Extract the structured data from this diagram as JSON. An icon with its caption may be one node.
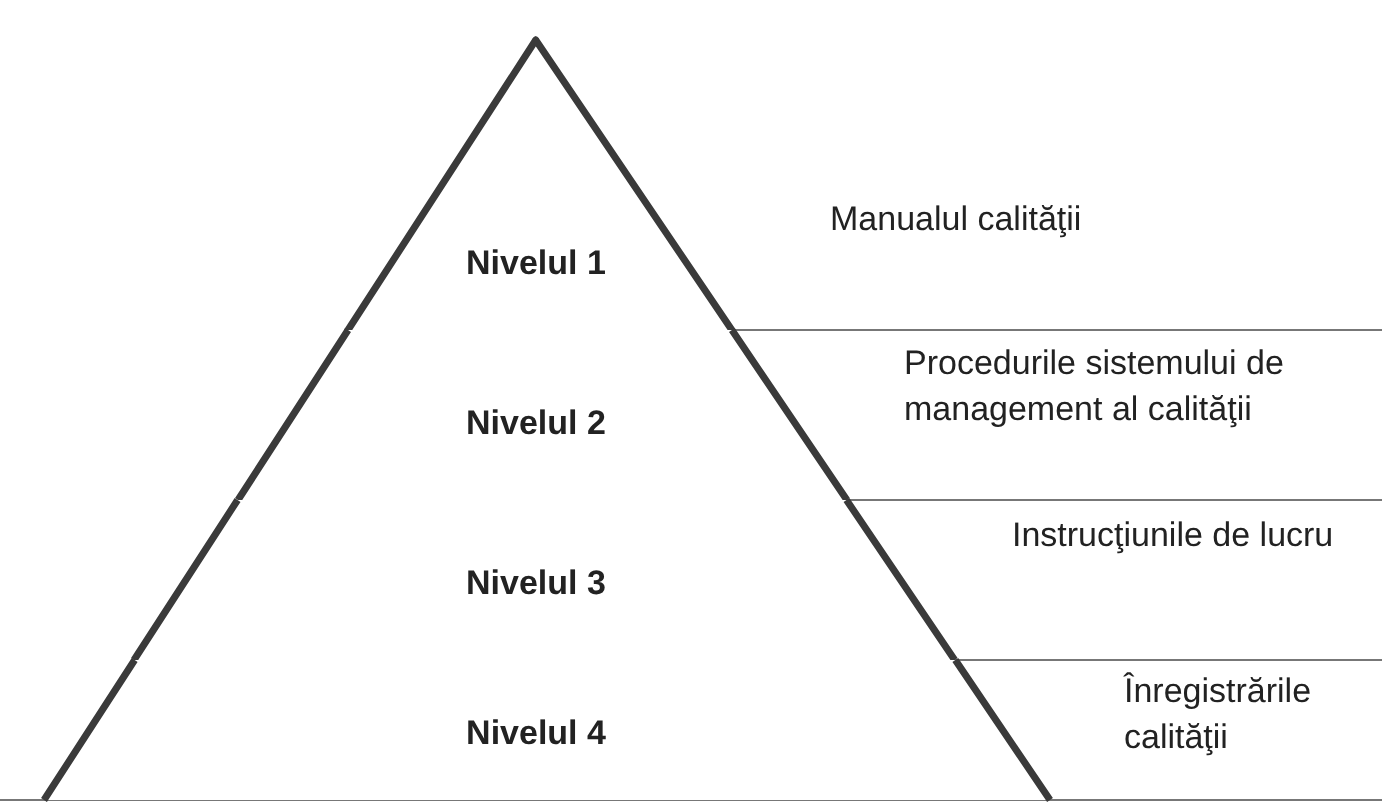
{
  "diagram": {
    "nodes": [
      {
        "text": [
          "Nivelul 1"
        ],
        "beside": [
          "Manualul calităţii"
        ]
      },
      {
        "text": [
          "Nivelul 2"
        ],
        "beside": [
          "Procedurile sistemului de management al calităţii"
        ]
      },
      {
        "text": [
          "Nivelul 3"
        ],
        "beside": [
          "Instrucţiunile de lucru"
        ]
      },
      {
        "text": [
          "Nivelul 4"
        ],
        "beside": [
          "Înregistrările calităţii"
        ]
      }
    ]
  }
}
